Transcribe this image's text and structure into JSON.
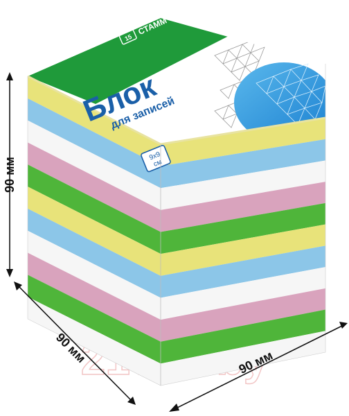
{
  "product": {
    "brand": "СТАММ",
    "brand_logo_text": "15",
    "title": "Блок",
    "subtitle": "для записей",
    "size_badge_line1": "9x9",
    "size_badge_line2": "см"
  },
  "dimensions": {
    "height_label": "90 мм",
    "depth_label": "90 мм",
    "width_label": "90 мм"
  },
  "watermark": "21vek.by",
  "colors": {
    "green": "#4fb53a",
    "yellow": "#e8e37a",
    "blue": "#8cc6e8",
    "pink": "#d9a3bd",
    "white": "#f6f6f6",
    "brand_blue": "#1a5fa8",
    "brand_green": "#1f9a3a"
  }
}
